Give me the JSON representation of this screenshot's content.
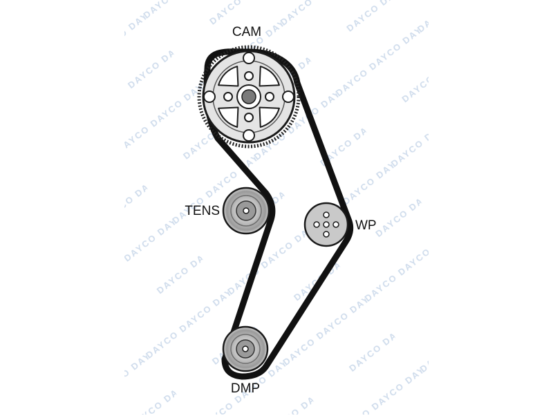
{
  "labels": {
    "cam": "CAM",
    "tens": "TENS",
    "wp": "WP",
    "dmp": "DMP"
  },
  "watermark": {
    "text": "DAYCO"
  },
  "colors": {
    "belt": "#111111",
    "outline": "#1a1a1a",
    "pulley_light": "#e2e2e2",
    "pulley_mid": "#b8b8b8",
    "pulley_dark": "#8c8c8c",
    "watermark": "#cfdcec"
  }
}
